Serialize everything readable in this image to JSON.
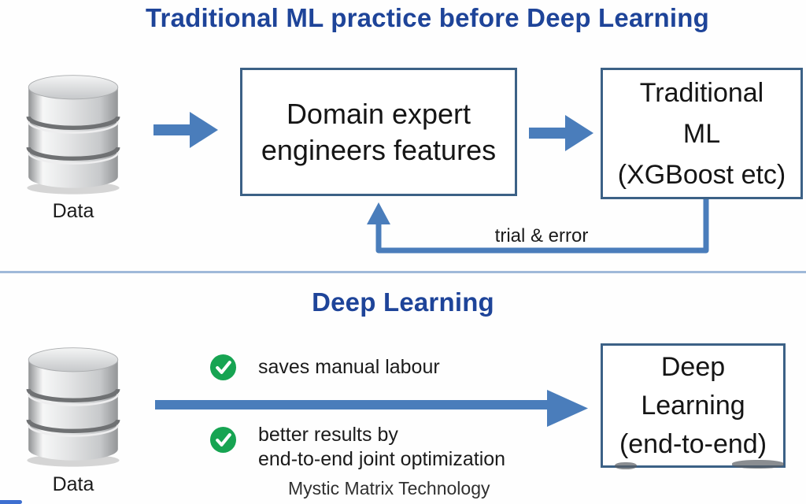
{
  "colors": {
    "title_blue": "#1e4499",
    "arrow_blue": "#4a7dbb",
    "box_border": "#3c6186",
    "divider_blue": "#9fb9d9",
    "check_green": "#17a452",
    "text_dark": "#1b1b1b",
    "watermark_gray": "#303030"
  },
  "icons": [
    "database-icon",
    "arrow-right-icon",
    "feedback-arrow-icon",
    "check-icon"
  ],
  "top": {
    "title": "Traditional ML practice before Deep Learning",
    "data_label": "Data",
    "expert_box": [
      "Domain expert",
      "engineers features"
    ],
    "ml_box": [
      "Traditional",
      "ML",
      "(XGBoost etc)"
    ],
    "feedback_label": "trial & error"
  },
  "bottom": {
    "title": "Deep Learning",
    "data_label": "Data",
    "benefit1": "saves manual labour",
    "benefit2_line1": "better results by",
    "benefit2_line2": "end-to-end joint optimization",
    "dl_box": [
      "Deep",
      "Learning",
      "(end-to-end)"
    ],
    "watermark": "Mystic Matrix Technology"
  }
}
